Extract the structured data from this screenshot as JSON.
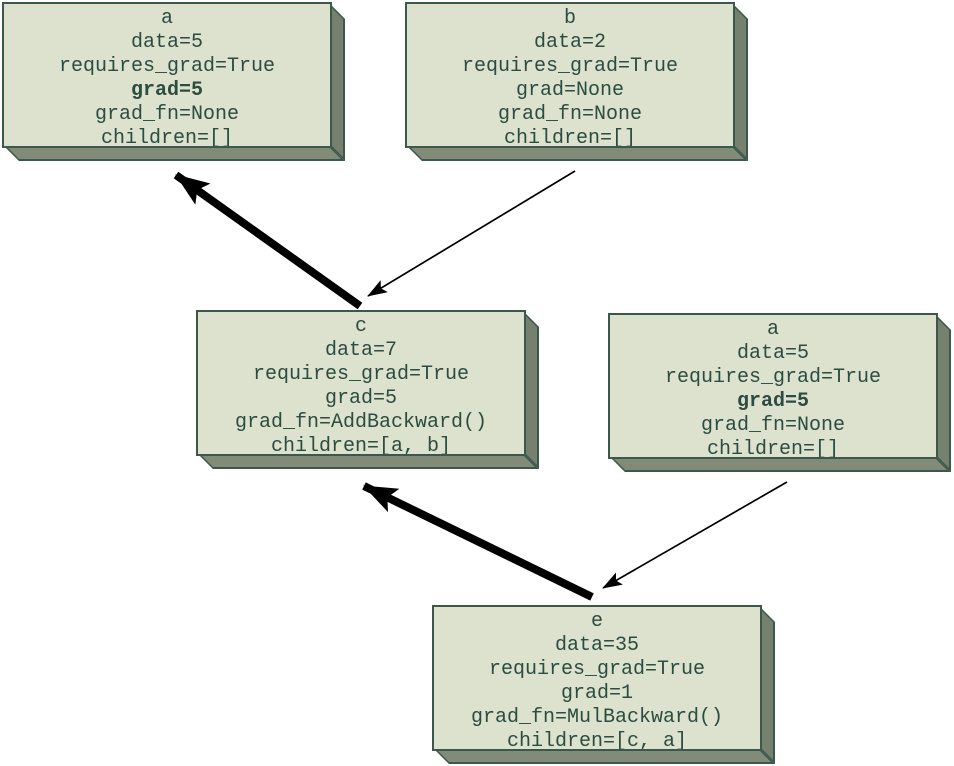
{
  "diagram": {
    "type": "autograd-computational-graph",
    "colors": {
      "canvas-bg": "#ffffff",
      "node-face": "#dde2ce",
      "node-side": "#75806e",
      "node-bottom": "#828a78",
      "node-border": "#3b584b",
      "node-text": "#2b4c40",
      "edge": "#000000"
    }
  },
  "nodes": [
    {
      "id": "a-top-left",
      "lines": [
        {
          "text": "a",
          "bold": false
        },
        {
          "text": "data=5",
          "bold": false
        },
        {
          "text": "requires_grad=True",
          "bold": false
        },
        {
          "text": "grad=5",
          "bold": true
        },
        {
          "text": "grad_fn=None",
          "bold": false
        },
        {
          "text": "children=[]",
          "bold": false
        }
      ]
    },
    {
      "id": "b",
      "lines": [
        {
          "text": "b",
          "bold": false
        },
        {
          "text": "data=2",
          "bold": false
        },
        {
          "text": "requires_grad=True",
          "bold": false
        },
        {
          "text": "grad=None",
          "bold": false
        },
        {
          "text": "grad_fn=None",
          "bold": false
        },
        {
          "text": "children=[]",
          "bold": false
        }
      ]
    },
    {
      "id": "c",
      "lines": [
        {
          "text": "c",
          "bold": false
        },
        {
          "text": "data=7",
          "bold": false
        },
        {
          "text": "requires_grad=True",
          "bold": false
        },
        {
          "text": "grad=5",
          "bold": false
        },
        {
          "text": "grad_fn=AddBackward()",
          "bold": false
        },
        {
          "text": "children=[a, b]",
          "bold": false
        }
      ]
    },
    {
      "id": "a-right",
      "lines": [
        {
          "text": "a",
          "bold": false
        },
        {
          "text": "data=5",
          "bold": false
        },
        {
          "text": "requires_grad=True",
          "bold": false
        },
        {
          "text": "grad=5",
          "bold": true
        },
        {
          "text": "grad_fn=None",
          "bold": false
        },
        {
          "text": "children=[]",
          "bold": false
        }
      ]
    },
    {
      "id": "e",
      "lines": [
        {
          "text": "e",
          "bold": false
        },
        {
          "text": "data=35",
          "bold": false
        },
        {
          "text": "requires_grad=True",
          "bold": false
        },
        {
          "text": "grad=1",
          "bold": false
        },
        {
          "text": "grad_fn=MulBackward()",
          "bold": false
        },
        {
          "text": "children=[c, a]",
          "bold": false
        }
      ]
    }
  ],
  "edges": [
    {
      "from": "c",
      "to": "a-top-left",
      "style": "thick"
    },
    {
      "from": "b",
      "to": "c",
      "style": "thin"
    },
    {
      "from": "e",
      "to": "c",
      "style": "thick"
    },
    {
      "from": "a-right",
      "to": "e",
      "style": "thin"
    }
  ]
}
